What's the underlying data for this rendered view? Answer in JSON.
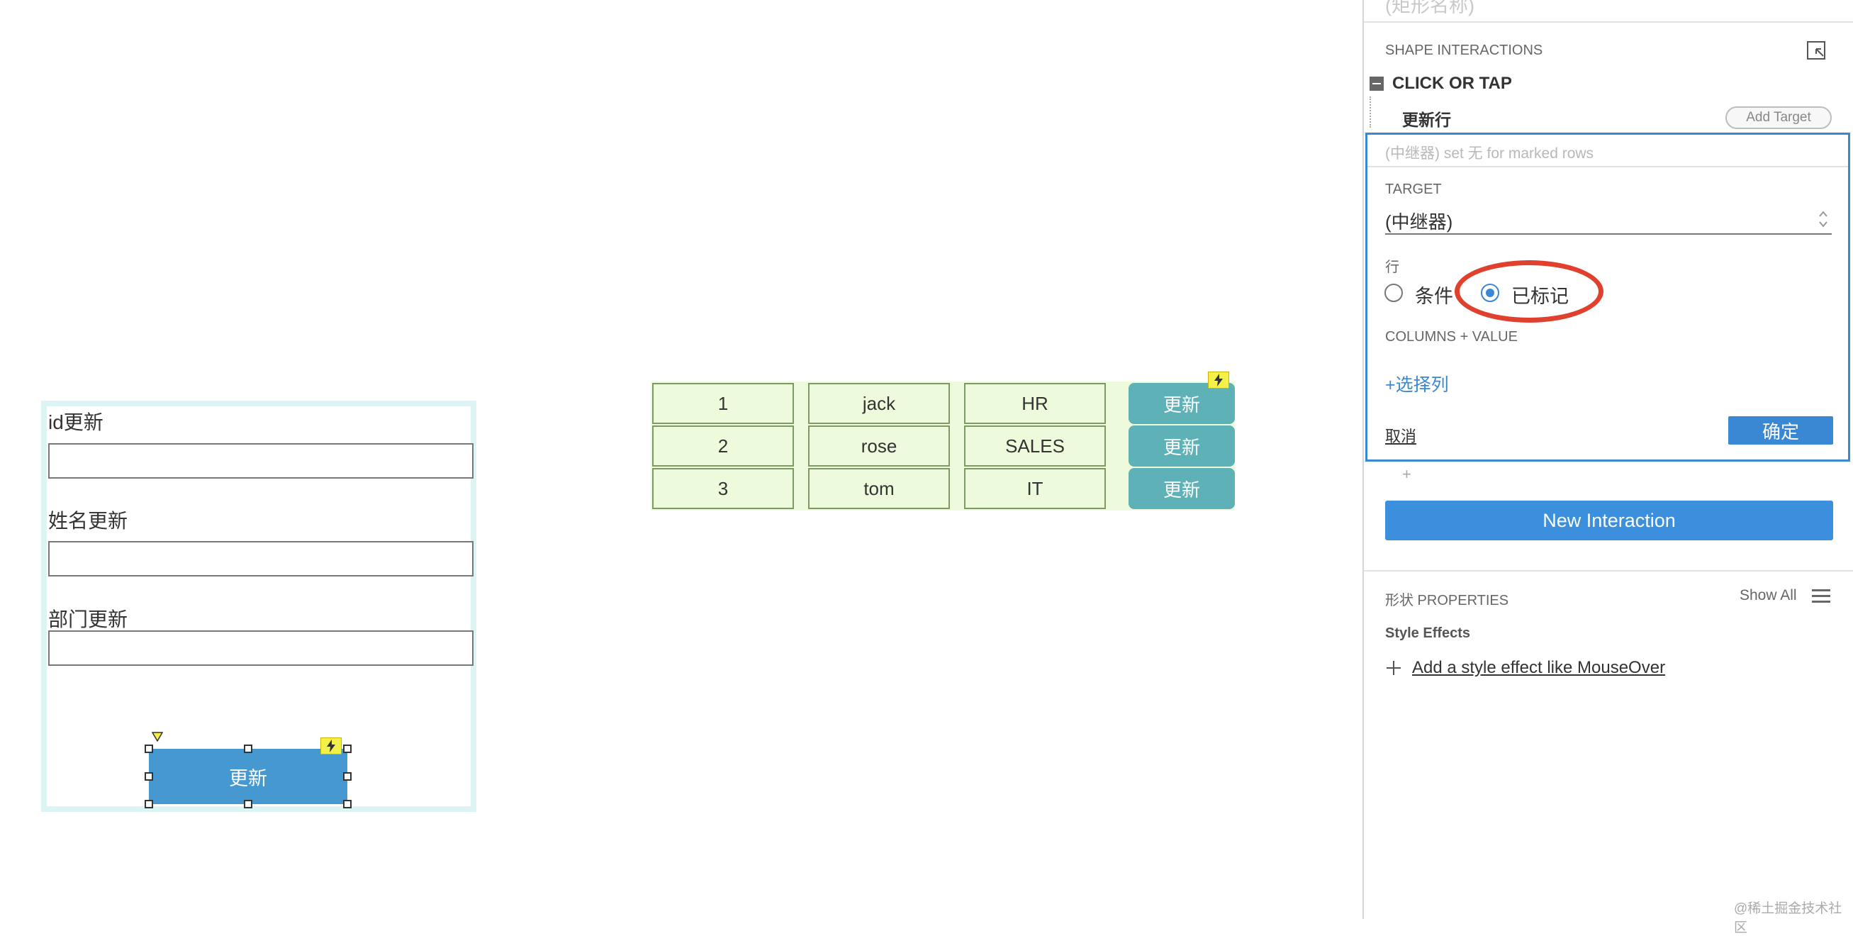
{
  "form": {
    "id_label": "id更新",
    "name_label": "姓名更新",
    "dept_label": "部门更新",
    "update_button": "更新"
  },
  "repeater": {
    "rows": [
      {
        "id": "1",
        "name": "jack",
        "dept": "HR",
        "action": "更新"
      },
      {
        "id": "2",
        "name": "rose",
        "dept": "SALES",
        "action": "更新"
      },
      {
        "id": "3",
        "name": "tom",
        "dept": "IT",
        "action": "更新"
      }
    ]
  },
  "panel": {
    "cut_title": "(矩形名称)",
    "section_title": "SHAPE INTERACTIONS",
    "event_label": "CLICK OR TAP",
    "case_name": "更新行",
    "add_target": "Add Target",
    "action_summary": "(中继器) set 无 for marked rows",
    "target_label": "TARGET",
    "target_value": "(中继器)",
    "rows_label": "行",
    "radio_condition": "条件",
    "radio_marked": "已标记",
    "radio_selected": "marked",
    "columns_label": "COLUMNS + VALUE",
    "choose_column": "+选择列",
    "cancel": "取消",
    "ok": "确定",
    "add_plus": "+",
    "new_interaction": "New Interaction",
    "properties_title": "形状 PROPERTIES",
    "show_all": "Show All",
    "style_effects": "Style Effects",
    "add_style_effect": "Add a style effect like MouseOver"
  },
  "watermark": "@稀土掘金技术社区",
  "colors": {
    "accent_blue": "#3a87d4",
    "highlight_red": "#e0402e",
    "repeater_fill": "#eefadc",
    "repeater_button": "#5eb1b6",
    "form_button": "#4599d0"
  },
  "icons": [
    "lightning-icon",
    "collapse-minus-icon",
    "select-target-icon",
    "stepper-icon",
    "hamburger-menu-icon",
    "plus-icon"
  ]
}
